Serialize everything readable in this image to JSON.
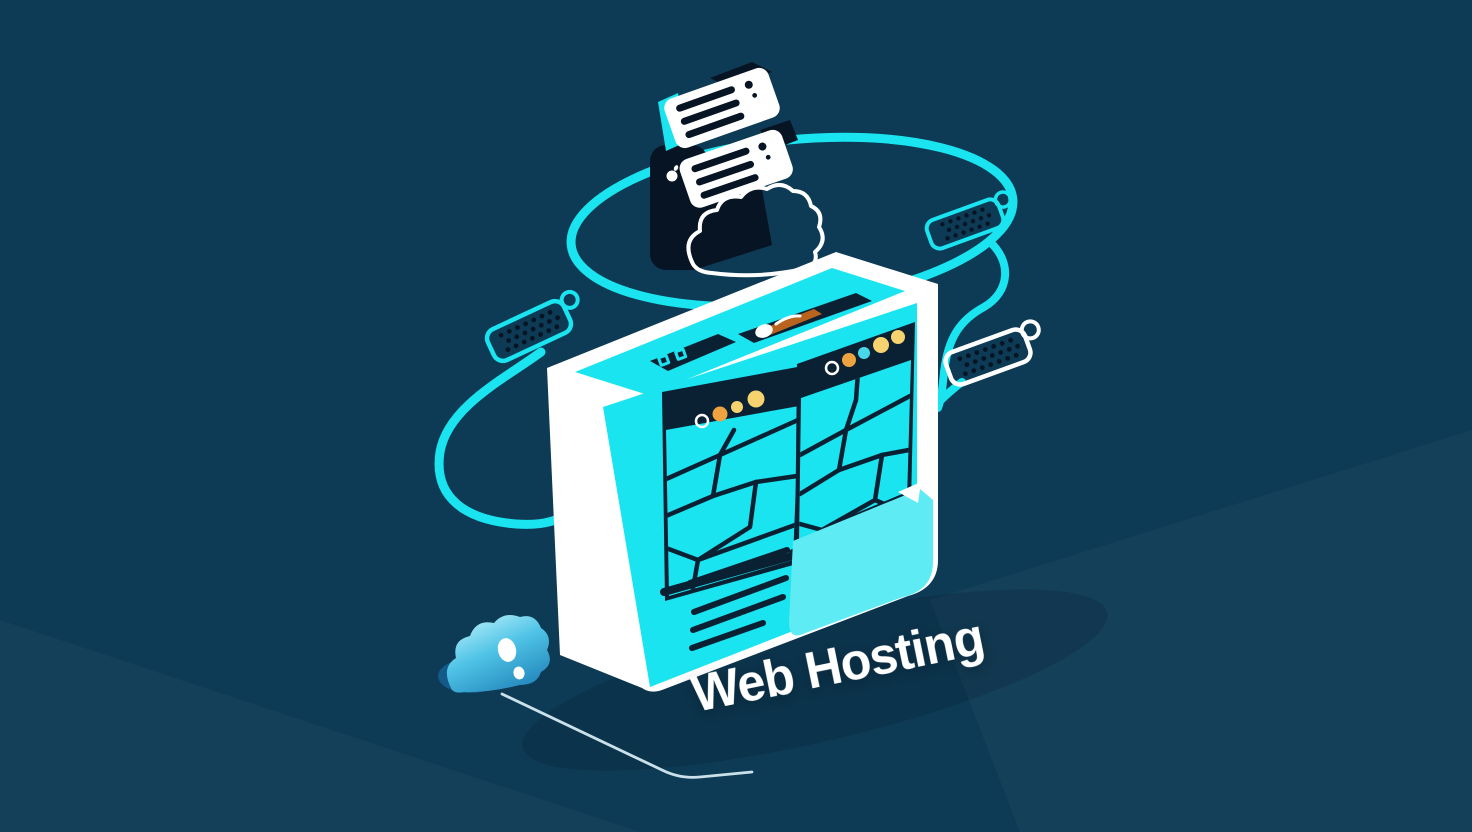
{
  "title": {
    "label": "Web Hosting"
  },
  "colors": {
    "background": "#0d3a54",
    "accent_cyan": "#1ae4f0",
    "flap_cyan": "#5eebf4",
    "dark_navy": "#0a2033",
    "ink_black": "#071423",
    "white": "#ffffff",
    "led_orange": "#eda33f",
    "led_yellow": "#f6d36e",
    "led_cyan": "#49d8e8",
    "battery_orange": "#b9641e",
    "battery_highlight": "#e8b06a",
    "cloud_light": "#b9f0fb",
    "cloud_blue": "#1f81b8",
    "cloud_shadow": "#135a88",
    "swoosh_white": "#dff4fc"
  },
  "icons": [
    {
      "name": "server-stack-icon",
      "meaning": "stacked rack server units"
    },
    {
      "name": "apple-logo-icon",
      "meaning": "small badge on dark tower"
    },
    {
      "name": "cloud-upper-icon",
      "meaning": "cyan cloud behind server stack"
    },
    {
      "name": "cloud-lower-icon",
      "meaning": "blue gradient cloud bottom left"
    },
    {
      "name": "power-plug-icon",
      "meaning": "pin connector plugs on cyan cables (x3)"
    },
    {
      "name": "led-display-icon",
      "meaning": "digital readout slot on box top"
    },
    {
      "name": "battery-module-icon",
      "meaning": "orange module in top slot"
    },
    {
      "name": "cracked-screen-icon",
      "meaning": "two shattered monitor panels on box front"
    },
    {
      "name": "status-led-icon",
      "meaning": "colored indicator dots on screen bars"
    },
    {
      "name": "underline-swoosh-icon",
      "meaning": "thin white swoosh line under box"
    }
  ]
}
